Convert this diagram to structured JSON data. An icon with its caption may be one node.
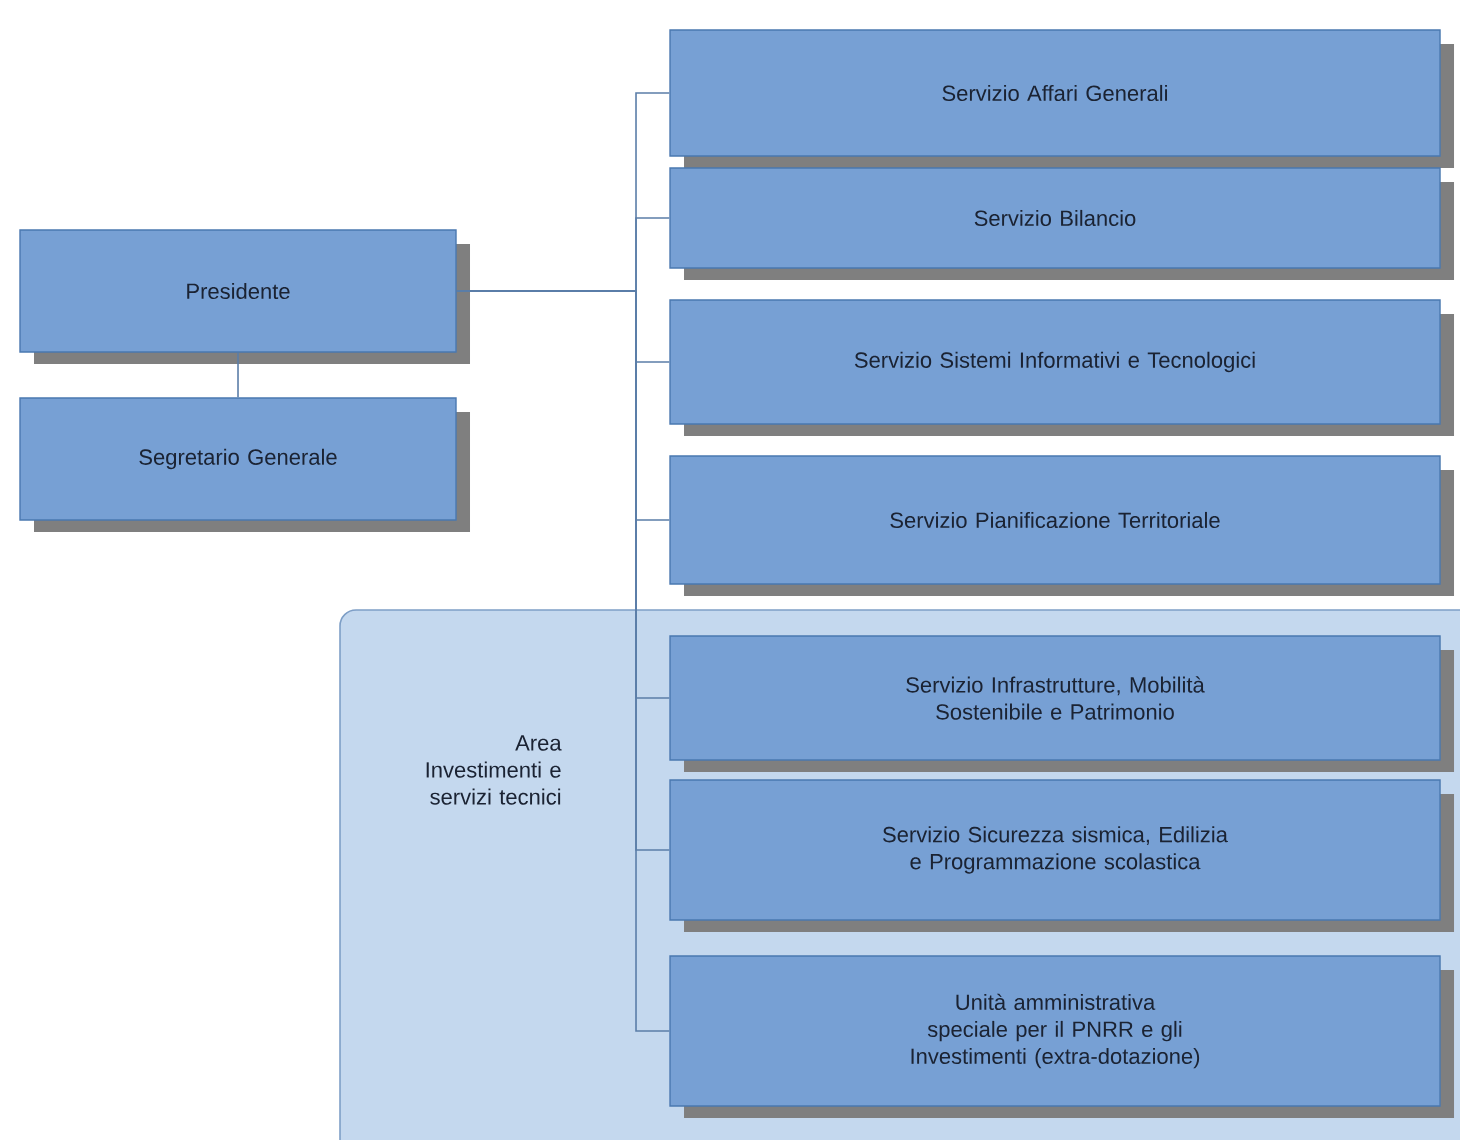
{
  "diagram": {
    "nodes": [
      {
        "text": [
          "Presidente"
        ]
      },
      {
        "text": [
          "Segretario Generale"
        ]
      },
      {
        "text": [
          "Servizio Affari Generali"
        ]
      },
      {
        "text": [
          "Servizio Bilancio"
        ]
      },
      {
        "text": [
          "Servizio Sistemi Informativi e Tecnologici"
        ]
      },
      {
        "text": [
          "Servizio Pianificazione Territoriale"
        ]
      },
      {
        "text": [
          "Area Investimenti e servizi tecnici"
        ]
      },
      {
        "text": [
          "Servizio Infrastrutture, Mobilità Sostenibile e Patrimonio"
        ],
        "in": 6
      },
      {
        "text": [
          "Servizio Sicurezza sismica, Edilizia e Programmazione scolastica"
        ],
        "in": 6
      },
      {
        "text": [
          "Unità amministrativa speciale per il PNRR e gli Investimenti (extra-dotazione)"
        ],
        "in": 6
      }
    ],
    "edges": [
      {
        "from": 0,
        "to": 1,
        "arrow": "none"
      },
      {
        "from": 0,
        "to": 2,
        "arrow": "none"
      },
      {
        "from": 0,
        "to": 3,
        "arrow": "none"
      },
      {
        "from": 0,
        "to": 4,
        "arrow": "none"
      },
      {
        "from": 0,
        "to": 5,
        "arrow": "none"
      },
      {
        "from": 0,
        "to": 7,
        "arrow": "none"
      },
      {
        "from": 0,
        "to": 8,
        "arrow": "none"
      },
      {
        "from": 0,
        "to": 9,
        "arrow": "none"
      }
    ]
  }
}
